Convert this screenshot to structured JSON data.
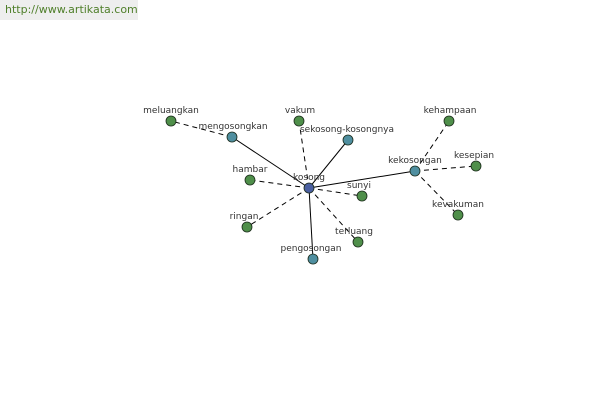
{
  "site_url": "http://www.artikata.com",
  "colors": {
    "center": "#4a5fa0",
    "hub": "#4f8fa0",
    "leaf": "#4f8f4a",
    "edge": "#000000",
    "banner_text": "#4f7f2a"
  },
  "graph": {
    "nodes": [
      {
        "id": "kosong",
        "label": "kosong",
        "kind": "center"
      },
      {
        "id": "mengosongkan",
        "label": "mengosongkan",
        "kind": "hub"
      },
      {
        "id": "sekosong-kosongnya",
        "label": "sekosong-kosongnya",
        "kind": "hub"
      },
      {
        "id": "pengosongan",
        "label": "pengosongan",
        "kind": "hub"
      },
      {
        "id": "kekosongan",
        "label": "kekosongan",
        "kind": "hub"
      },
      {
        "id": "meluangkan",
        "label": "meluangkan",
        "kind": "leaf"
      },
      {
        "id": "vakum",
        "label": "vakum",
        "kind": "leaf"
      },
      {
        "id": "hambar",
        "label": "hambar",
        "kind": "leaf"
      },
      {
        "id": "sunyi",
        "label": "sunyi",
        "kind": "leaf"
      },
      {
        "id": "ringan",
        "label": "ringan",
        "kind": "leaf"
      },
      {
        "id": "terluang",
        "label": "terluang",
        "kind": "leaf"
      },
      {
        "id": "kehampaan",
        "label": "kehampaan",
        "kind": "leaf"
      },
      {
        "id": "kesepian",
        "label": "kesepian",
        "kind": "leaf"
      },
      {
        "id": "kevakuman",
        "label": "kevakuman",
        "kind": "leaf"
      }
    ],
    "edges": [
      {
        "from": "kosong",
        "to": "mengosongkan",
        "style": "solid"
      },
      {
        "from": "kosong",
        "to": "sekosong-kosongnya",
        "style": "solid"
      },
      {
        "from": "kosong",
        "to": "pengosongan",
        "style": "solid"
      },
      {
        "from": "kosong",
        "to": "kekosongan",
        "style": "solid"
      },
      {
        "from": "mengosongkan",
        "to": "meluangkan",
        "style": "dashed"
      },
      {
        "from": "kosong",
        "to": "vakum",
        "style": "dashed"
      },
      {
        "from": "kosong",
        "to": "hambar",
        "style": "dashed"
      },
      {
        "from": "kosong",
        "to": "sunyi",
        "style": "dashed"
      },
      {
        "from": "kosong",
        "to": "ringan",
        "style": "dashed"
      },
      {
        "from": "kosong",
        "to": "terluang",
        "style": "dashed"
      },
      {
        "from": "kekosongan",
        "to": "kehampaan",
        "style": "dashed"
      },
      {
        "from": "kekosongan",
        "to": "kesepian",
        "style": "dashed"
      },
      {
        "from": "kekosongan",
        "to": "kevakuman",
        "style": "dashed"
      }
    ]
  }
}
